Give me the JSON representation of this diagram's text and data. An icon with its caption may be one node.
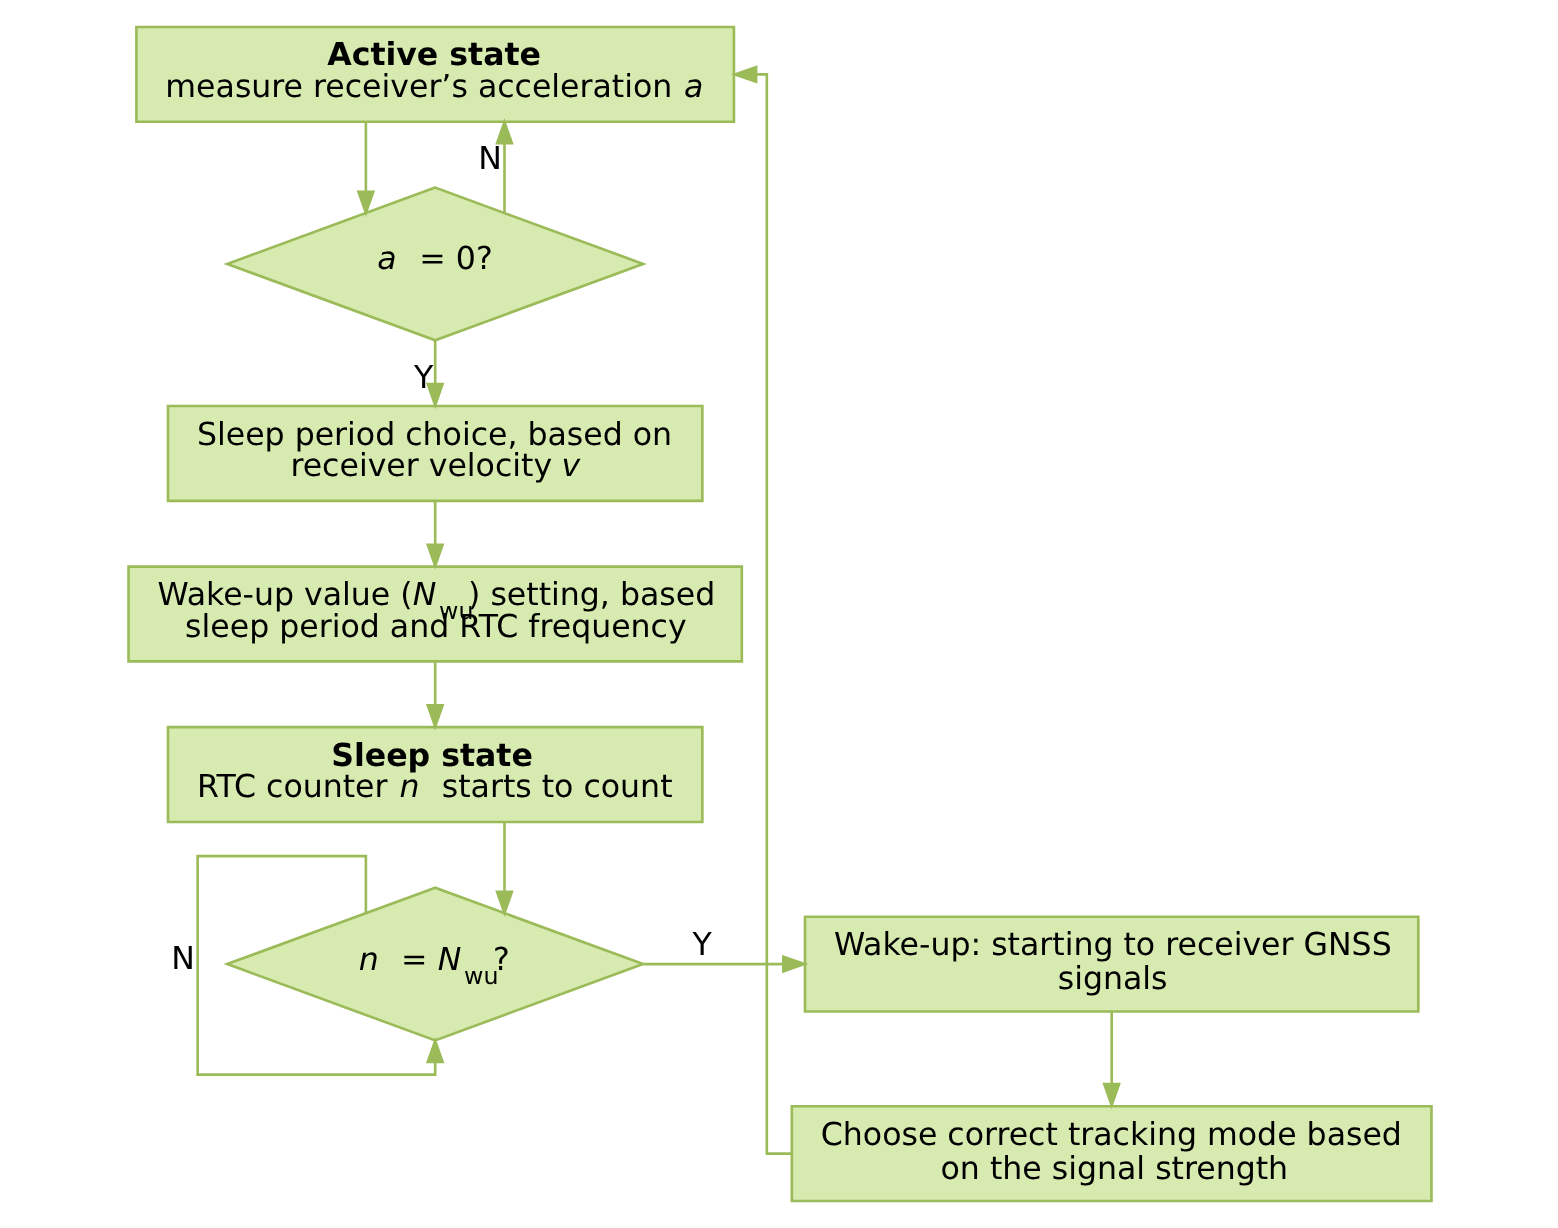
{
  "diagram": {
    "nodes": [
      {
        "text": [
          "Active state",
          "measure receiver’s acceleration *a*"
        ]
      },
      {
        "text": [
          "*a* = 0?"
        ]
      },
      {
        "text": [
          "Sleep period choice, based on receiver velocity *v*"
        ]
      },
      {
        "text": [
          "Wake-up value (*N*$_{wu}$) setting, based sleep period and RTC frequency"
        ]
      },
      {
        "text": [
          "Sleep state",
          "RTC counter *n* starts to count"
        ]
      },
      {
        "text": [
          "*n* = *N*$_{wu}$?"
        ]
      },
      {
        "text": [
          "Wake-up: starting to receiver GNSS signals"
        ]
      },
      {
        "text": [
          "Choose correct tracking mode based on the signal strength"
        ]
      }
    ],
    "edges": [
      {
        "from": 0,
        "to": 1,
        "arrow": "to"
      },
      {
        "from": 1,
        "to": 0,
        "arrow": "to",
        "label": "N"
      },
      {
        "from": 1,
        "to": 2,
        "arrow": "to",
        "label": "Y"
      },
      {
        "from": 2,
        "to": 3,
        "arrow": "to"
      },
      {
        "from": 3,
        "to": 4,
        "arrow": "to"
      },
      {
        "from": 4,
        "to": 5,
        "arrow": "to"
      },
      {
        "from": 5,
        "to": 5,
        "arrow": "to",
        "label": "N"
      },
      {
        "from": 5,
        "to": 6,
        "arrow": "to",
        "label": "Y"
      },
      {
        "from": 6,
        "to": 7,
        "arrow": "to"
      },
      {
        "from": 7,
        "to": 0,
        "arrow": "to"
      }
    ]
  }
}
